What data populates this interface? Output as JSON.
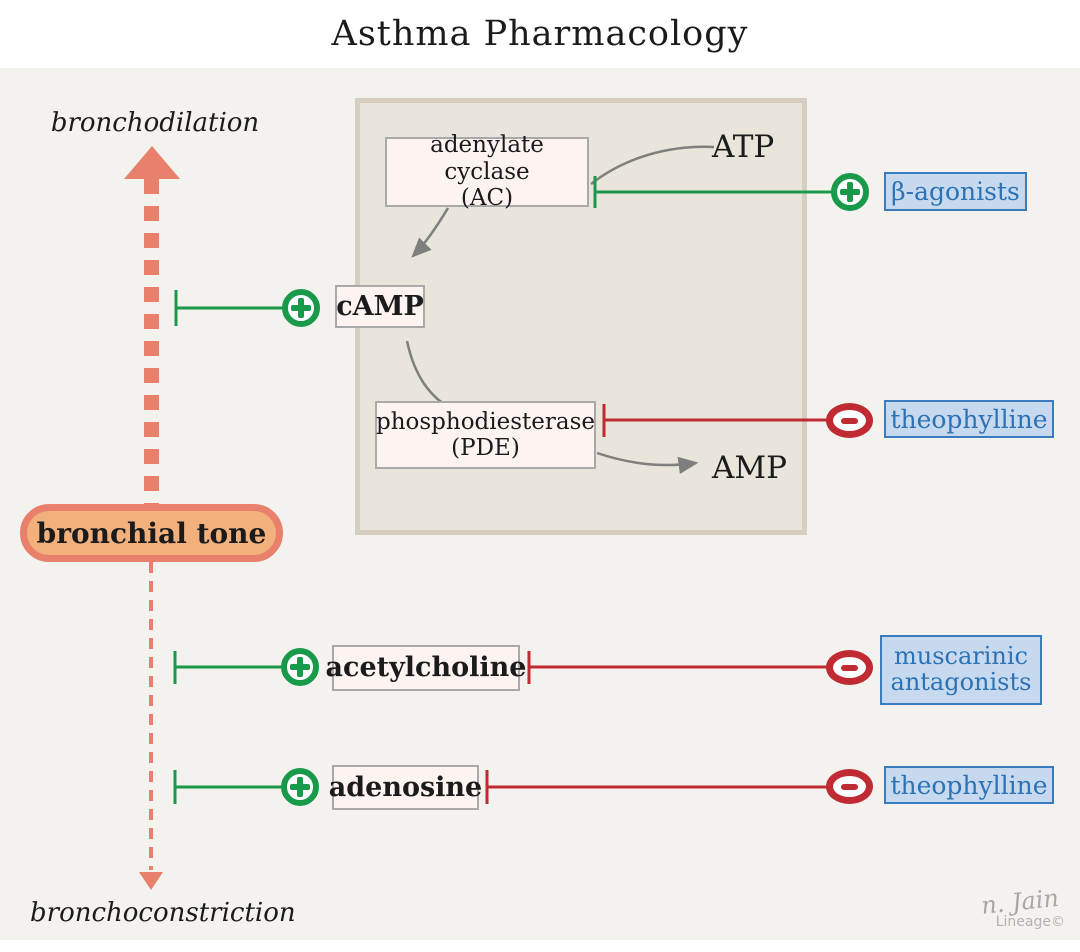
{
  "title": "Asthma Pharmacology",
  "tone_axis": {
    "top_label": "bronchodilation",
    "bottom_label": "bronchoconstriction",
    "hub_label": "bronchial tone"
  },
  "camp_pathway": {
    "atp_label": "ATP",
    "ac_name": "adenylate cyclase",
    "ac_abbr": "(AC)",
    "camp_label": "cAMP",
    "pde_name": "phosphodiesterase",
    "pde_abbr": "(PDE)",
    "amp_label": "AMP"
  },
  "mediators": {
    "acetylcholine_label": "acetylcholine",
    "adenosine_label": "adenosine"
  },
  "drugs": {
    "beta_agonists_label": "β-agonists",
    "theophylline_pde_label": "theophylline",
    "muscarinic_line1": "muscarinic",
    "muscarinic_line2": "antagonists",
    "theophylline_adenosine_label": "theophylline"
  },
  "watermark": {
    "signature": "n. Jain",
    "brand": "Lineage©"
  },
  "colors": {
    "stimulate_green": "#189a4a",
    "inhibit_red": "#c02a33",
    "tone_salmon": "#e8806b",
    "pill_fill": "#f2b07d",
    "membrane_fill": "#e9e5da",
    "membrane_border": "#d6cec0",
    "node_fill": "#fdf4f1",
    "drug_fill": "#c6d9ee",
    "drug_border": "#3a7cbe",
    "drug_text": "#2d72b5",
    "connector_gray": "#7f7f7f",
    "background": "#f4f2ee"
  }
}
